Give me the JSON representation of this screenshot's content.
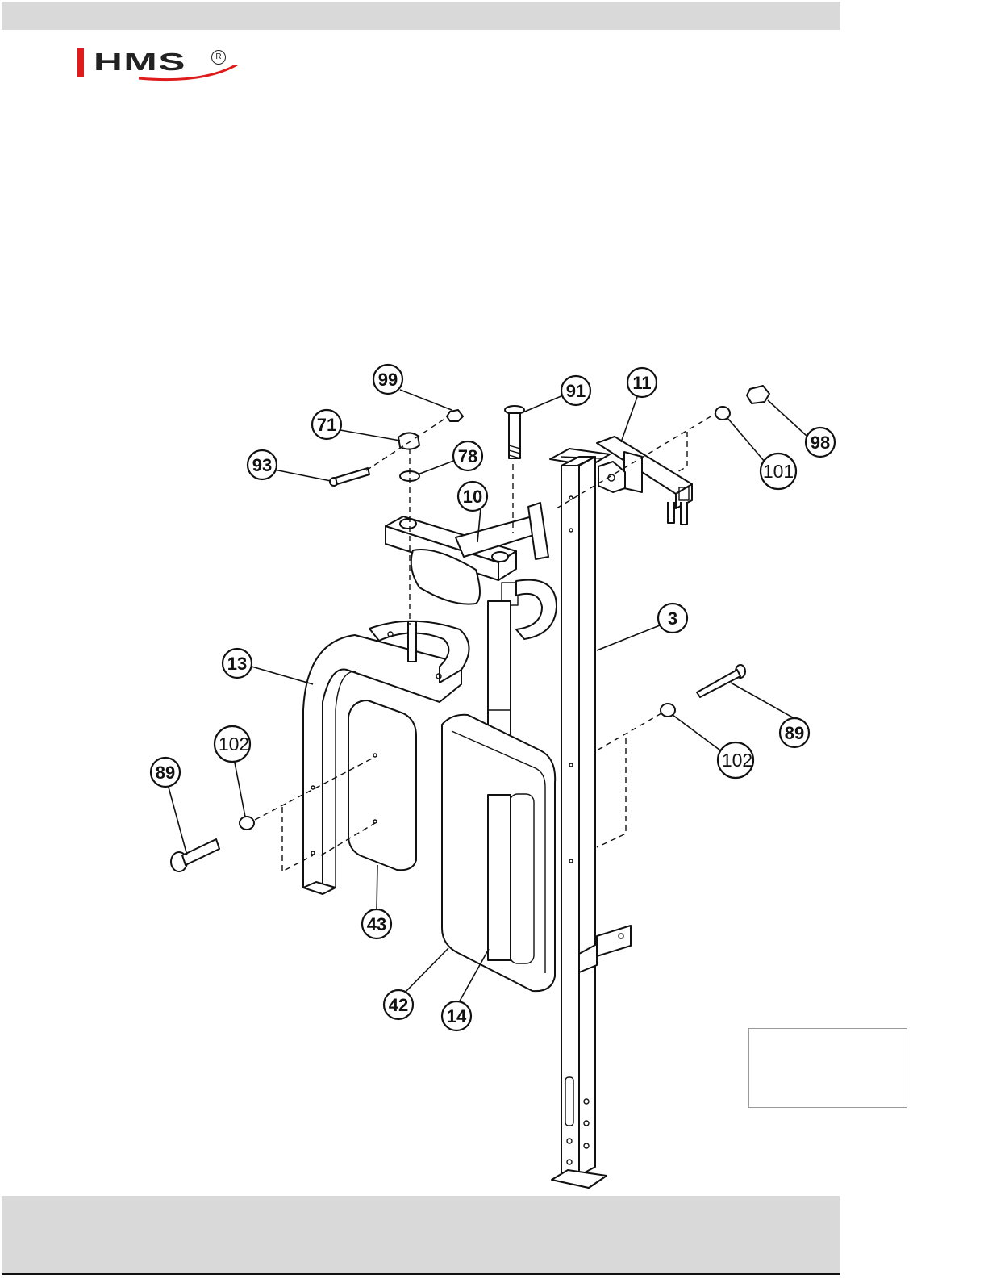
{
  "header": {
    "brand": "HMS",
    "registered_mark": "R"
  },
  "callouts": [
    {
      "id": "99",
      "label": "99"
    },
    {
      "id": "91",
      "label": "91"
    },
    {
      "id": "11",
      "label": "11"
    },
    {
      "id": "71",
      "label": "71"
    },
    {
      "id": "78",
      "label": "78"
    },
    {
      "id": "93",
      "label": "93"
    },
    {
      "id": "10",
      "label": "10"
    },
    {
      "id": "98",
      "label": "98"
    },
    {
      "id": "101",
      "label": "101"
    },
    {
      "id": "3",
      "label": "3"
    },
    {
      "id": "13",
      "label": "13"
    },
    {
      "id": "89a",
      "label": "89"
    },
    {
      "id": "89b",
      "label": "89"
    },
    {
      "id": "102a",
      "label": "102"
    },
    {
      "id": "102b",
      "label": "102"
    },
    {
      "id": "43",
      "label": "43"
    },
    {
      "id": "42",
      "label": "42"
    },
    {
      "id": "14",
      "label": "14"
    }
  ],
  "colors": {
    "header_bar": "#d9d9d9",
    "brand_red": "#e01b1b",
    "line": "#111111"
  }
}
